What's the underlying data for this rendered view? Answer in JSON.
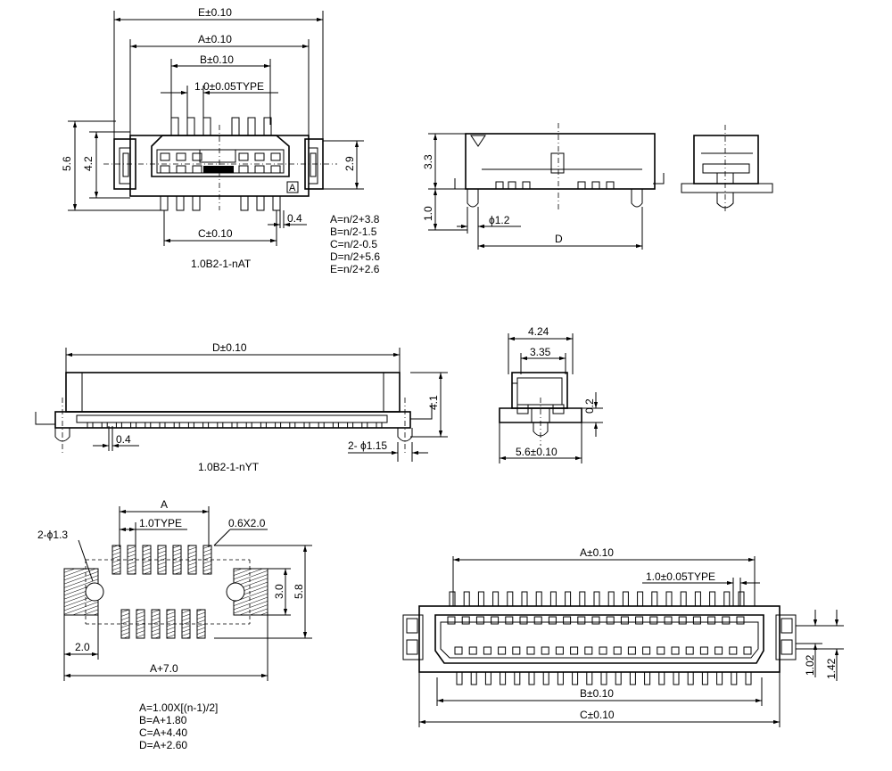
{
  "top_left": {
    "dim_E": "E±0.10",
    "dim_A": "A±0.10",
    "dim_B": "B±0.10",
    "dim_pitch": "1.0±0.05TYPE",
    "dim_5_6": "5.6",
    "dim_4_2": "4.2",
    "dim_2_9": "2.9",
    "dim_C": "C±0.10",
    "dim_0_4": "0.4",
    "marker_A": "A",
    "model": "1.0B2-1-nAT",
    "formulas": [
      "A=n/2+3.8",
      "B=n/2-1.5",
      "C=n/2-0.5",
      "D=n/2+5.6",
      "E=n/2+2.6"
    ]
  },
  "top_right": {
    "dim_3_3": "3.3",
    "dim_1_0": "1.0",
    "dim_phi": "ϕ1.2",
    "dim_D": "D"
  },
  "middle_left": {
    "dim_D": "D±0.10",
    "dim_4_1": "4.1",
    "dim_0_4": "0.4",
    "dim_phi": "2- ϕ1.15",
    "model": "1.0B2-1-nYT"
  },
  "middle_right": {
    "dim_4_24": "4.24",
    "dim_3_35": "3.35",
    "dim_0_2": "0.2",
    "dim_5_6": "5.6±0.10"
  },
  "bottom_left": {
    "dim_A": "A",
    "dim_pitch": "1.0TYPE",
    "dim_pad": "0.6X2.0",
    "dim_holes": "2-ϕ1.3",
    "dim_3_0": "3.0",
    "dim_5_8": "5.8",
    "dim_2_0": "2.0",
    "dim_A7": "A+7.0",
    "formulas": [
      "A=1.00X[(n-1)/2]",
      "B=A+1.80",
      "C=A+4.40",
      "D=A+2.60"
    ]
  },
  "bottom_right": {
    "dim_A": "A±0.10",
    "dim_pitch": "1.0±0.05TYPE",
    "dim_1_02": "1.02",
    "dim_1_42": "1.42",
    "dim_B": "B±0.10",
    "dim_C": "C±0.10"
  }
}
